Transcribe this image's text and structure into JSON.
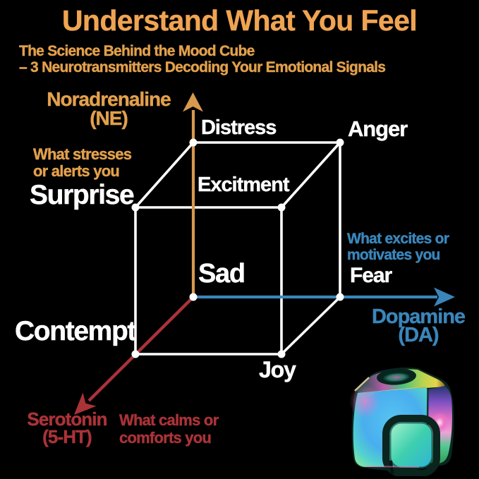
{
  "colors": {
    "background": "#000000",
    "title_orange": "#f0a452",
    "text_orange": "#e2a04c",
    "axis_orange": "#d7994e",
    "blue": "#3a86bb",
    "red": "#aa3338",
    "label_white": "#ffffff"
  },
  "header": {
    "title": "Understand What You Feel",
    "subtitle_line1": "The Science Behind the Mood Cube",
    "subtitle_line2": "– 3 Neurotransmitters Decoding Your Emotional Signals"
  },
  "axes": {
    "noradrenaline": {
      "name": "Noradrenaline",
      "abbrev": "(NE)",
      "desc_line1": "What stresses",
      "desc_line2": "or alerts you",
      "color": "#d7994e"
    },
    "dopamine": {
      "name": "Dopamine",
      "abbrev": "(DA)",
      "desc_line1": "What excites or",
      "desc_line2": "motivates you",
      "color": "#3a86bb"
    },
    "serotonin": {
      "name": "Serotonin",
      "abbrev": "(5-HT)",
      "desc_line1": "What calms or",
      "desc_line2": "comforts you",
      "color": "#aa3338"
    }
  },
  "emotions": {
    "distress": "Distress",
    "anger": "Anger",
    "excitment": "Excitment",
    "surprise": "Surprise",
    "sad": "Sad",
    "fear": "Fear",
    "contempt": "Contempt",
    "joy": "Joy"
  }
}
